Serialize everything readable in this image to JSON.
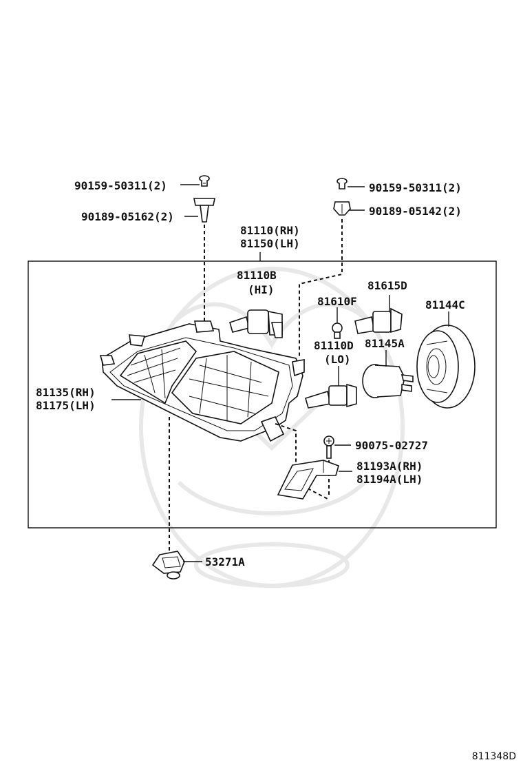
{
  "diagram": {
    "ref_code": "811348D",
    "labels": {
      "bolt_left": "90159-50311(2)",
      "clip_left": "90189-05162(2)",
      "bolt_right": "90159-50311(2)",
      "clip_right": "90189-05142(2)",
      "headlamp_rh": "81110(RH)",
      "headlamp_lh": "81150(LH)",
      "bulb_hi_part": "81110B",
      "bulb_hi_note": "(HI)",
      "bulb_615d": "81615D",
      "bulb_610f": "81610F",
      "cover_144c": "81144C",
      "bulb_lo_part": "81110D",
      "bulb_lo_note": "(LO)",
      "socket_145a": "81145A",
      "lens_rh": "81135(RH)",
      "lens_lh": "81175(LH)",
      "screw": "90075-02727",
      "bracket_rh": "81193A(RH)",
      "bracket_lh": "81194A(LH)",
      "retainer": "53271A"
    }
  }
}
